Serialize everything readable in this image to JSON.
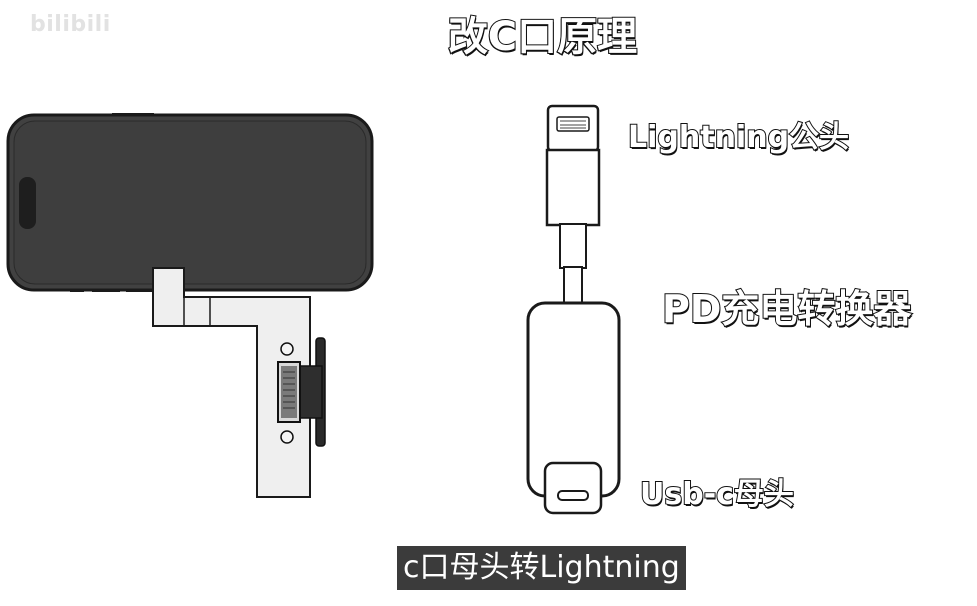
{
  "watermark": {
    "text": "",
    "brand": "bilibili"
  },
  "title": "改C口原理",
  "labels": {
    "lightning_male": "Lightning公头",
    "pd_converter": "PD充电转换器",
    "usbc_female": "Usb-c母头"
  },
  "subtitle": "c口母头转Lightning",
  "colors": {
    "phone_body": "#414141",
    "flex_cable": "#efefef",
    "outline": "#1a1a1a",
    "subtitle_bg": "#3b3b3b"
  },
  "icons": [
    "phone-icon",
    "flex-cable-icon",
    "usb-c-port-icon",
    "lightning-connector-icon",
    "adapter-icon"
  ]
}
